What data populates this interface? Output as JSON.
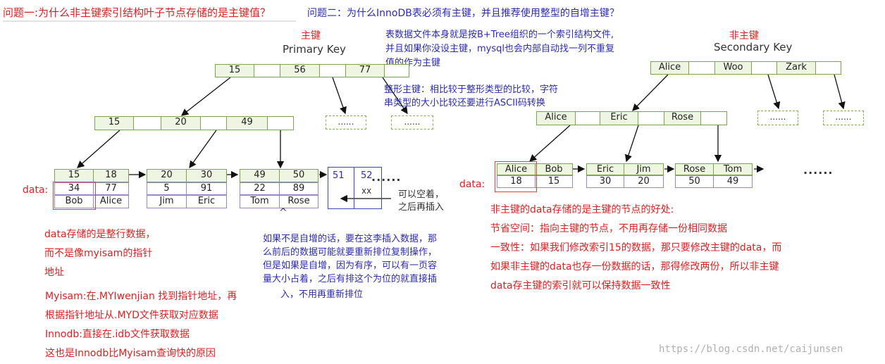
{
  "q1": "问题一:为什么非主键索引结构叶子节点存储的是主键值？",
  "q2": "问题二：为什么InnoDB表必须有主键，并且推荐使用整型的自增主键？",
  "pk_title_cn": "主键",
  "pk_title_en": "Primary Key",
  "sk_title_cn": "非主键",
  "sk_title_en": "Secondary Key",
  "pk_note": [
    "表数据文件本身就是按B+Tree组织的一个索引结构文件,",
    "并且如果你没设主键，mysql也会内部自动找一列不重复",
    "值的作为主键"
  ],
  "int_note": [
    "整形主键：相比较于整形类型的比较，字符",
    "串类型的大小比较还要进行ASCII码转换"
  ],
  "pk_root": [
    "15",
    "",
    "56",
    "",
    "77",
    ""
  ],
  "pk_mid": [
    "15",
    "",
    "20",
    "",
    "49",
    ""
  ],
  "ellipsis_small": "......",
  "pk_leaf_keys": [
    [
      "15",
      "18"
    ],
    [
      "20",
      "30"
    ],
    [
      "49",
      "50"
    ]
  ],
  "pk_leaf_nums": [
    [
      "34",
      "77"
    ],
    [
      "5",
      "91"
    ],
    [
      "22",
      "89"
    ]
  ],
  "pk_leaf_names": [
    [
      "Bob",
      "Alice"
    ],
    [
      "Jim",
      "Eric"
    ],
    [
      "Tom",
      "Rose"
    ]
  ],
  "data_label": "data:",
  "new_page": {
    "k1": "51",
    "k2": "52",
    "val": "xx"
  },
  "dots_big": "......",
  "empty_note": [
    "可以空着，",
    "之后再插入"
  ],
  "caret": "^",
  "insert_note": [
    "如果不是自增的话，要在这李插入数据，那",
    "么前后的数据可能就要重新排位复制操作，",
    "但是如果是自增，因为有序，可以有一页容",
    "量大小占着，之后有排这个为位的就直接插"
  ],
  "insert_note_last": "入，不用再重新排位",
  "data_note": [
    "data存储的是整行数据，",
    "而不是像myisam的指针",
    "地址"
  ],
  "myisam_note": [
    "Myisam:在.MYIwenjian 找到指针地址，再",
    "根据指针地址从.MYD文件获取对应数据",
    "Innodb:直接在.idb文件获取数据",
    "这也是Innodb比Myisam查询快的原因"
  ],
  "sk_root": [
    "Alice",
    "",
    "Woo",
    "",
    "Zark",
    ""
  ],
  "sk_mid": [
    "Alice",
    "",
    "Eric",
    "",
    "Rose",
    ""
  ],
  "sk_leaf_keys": [
    [
      "Alice",
      "Bob"
    ],
    [
      "Eric",
      "Jim"
    ],
    [
      "Rose",
      "Tom"
    ]
  ],
  "sk_leaf_vals": [
    [
      "18",
      "15"
    ],
    [
      "30",
      "20"
    ],
    [
      "50",
      "49"
    ]
  ],
  "sk_note": [
    "非主键的data存储的是主键的节点的好处:",
    "节省空间：指向主键的节点，不用再存储一份相同数据",
    "一致性：如果我们修改索引15的数据，那只要修改主键的data，而",
    "如果非主键的data也存一份数据的话，那得修改两份，所以非主键",
    "data存主键的索引就可以保持数据一致性"
  ],
  "watermark": "https://blog.csdn.net/caijunsen"
}
